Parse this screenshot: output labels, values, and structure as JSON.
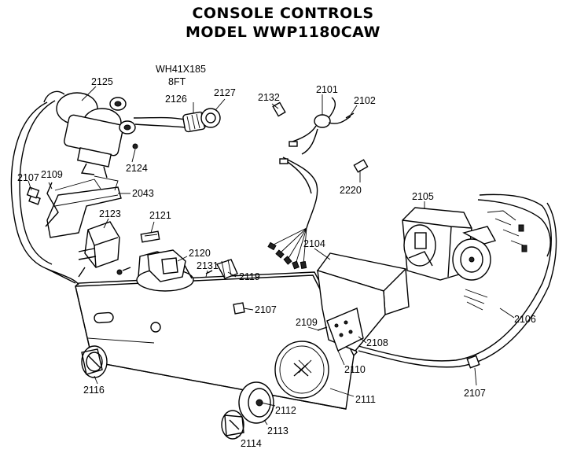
{
  "title_line1": "CONSOLE CONTROLS",
  "title_line2": "MODEL WWP1180CAW",
  "labels": {
    "p2125": "2125",
    "wh41x185": "WH41X185",
    "ft8": "8FT",
    "p2126": "2126",
    "p2127": "2127",
    "p2132": "2132",
    "p2101": "2101",
    "p2102": "2102",
    "p2124": "2124",
    "p2107a": "2107",
    "p2109a": "2109",
    "p2043": "2043",
    "p2220": "2220",
    "p2105": "2105",
    "p2123": "2123",
    "p2121": "2121",
    "p2104": "2104",
    "p2120": "2120",
    "p2131": "2131",
    "p2119": "2119",
    "p2107b": "2107",
    "p2109b": "2109",
    "p2108": "2108",
    "p2106": "2106",
    "p2110": "2110",
    "p2116": "2116",
    "p2111": "2111",
    "p2112": "2112",
    "p2113": "2113",
    "p2114": "2114",
    "p2107c": "2107"
  }
}
